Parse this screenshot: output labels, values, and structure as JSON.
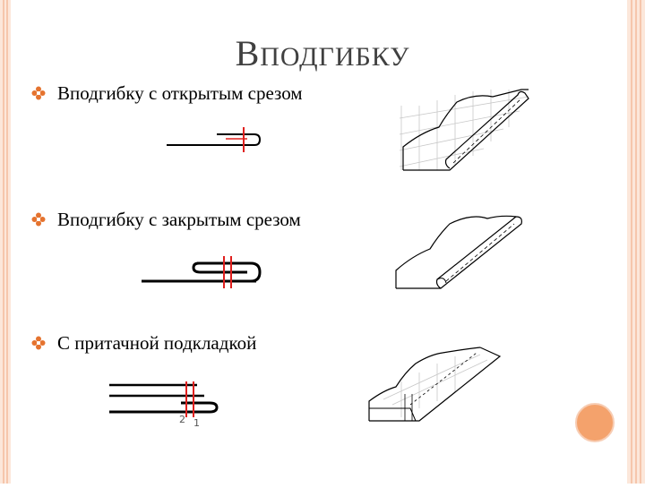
{
  "slide": {
    "title": "Вподгибку",
    "title_cap": "В",
    "title_rest": "ПОДГИБКУ"
  },
  "items": [
    {
      "label": "Вподгибку с открытым срезом",
      "icon": "flower-bullet-icon"
    },
    {
      "label": "Вподгибку с закрытым срезом",
      "icon": "flower-bullet-icon"
    },
    {
      "label": "С притачной подкладкой",
      "icon": "flower-bullet-icon"
    }
  ],
  "diagram3_labels": {
    "num_2": "2",
    "num_1": "1"
  },
  "colors": {
    "accent": "#f4a26c",
    "frame": "#f7cdb4",
    "frame_line": "#f2b08d",
    "bullet": "#e5732f",
    "stitch": "#e0201e",
    "title": "#404040",
    "text": "#000000"
  }
}
